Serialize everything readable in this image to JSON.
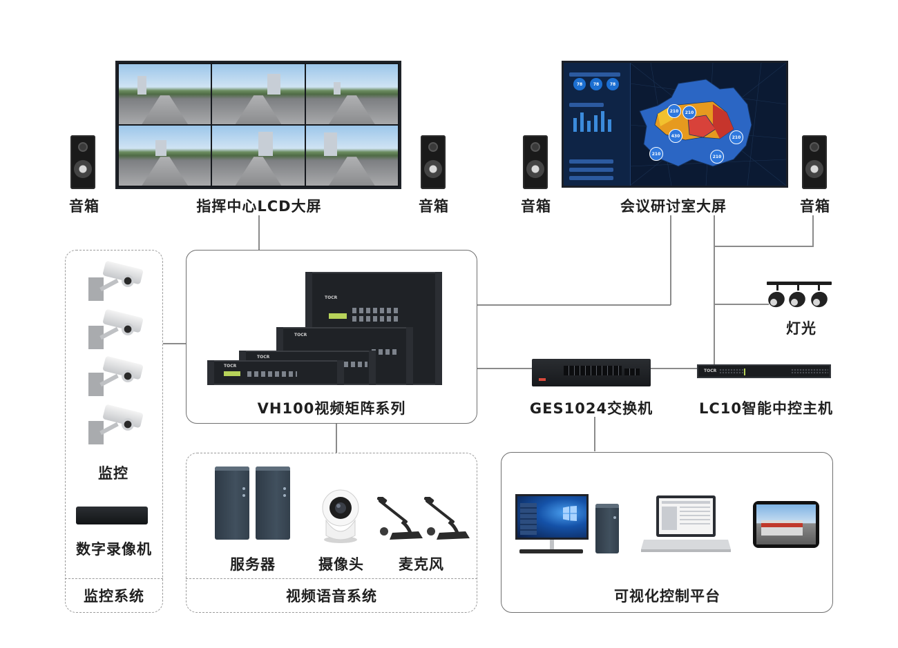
{
  "top": {
    "lcd_label": "指挥中心LCD大屏",
    "speaker_label_1": "音箱",
    "speaker_label_2": "音箱",
    "conference_label": "会议研讨室大屏",
    "speaker_label_3": "音箱",
    "speaker_label_4": "音箱"
  },
  "conference_screen": {
    "bubbles": [
      "78",
      "78",
      "78"
    ],
    "map_values": [
      "210",
      "210",
      "430",
      "210",
      "210",
      "210"
    ]
  },
  "matrix": {
    "label": "VH100视频矩阵系列",
    "brand": "TOCR"
  },
  "switch": {
    "label": "GES1024交换机"
  },
  "control_host": {
    "label": "LC10智能中控主机",
    "brand": "TOCR"
  },
  "lighting": {
    "label": "灯光"
  },
  "monitoring": {
    "cameras_label": "监控",
    "nvr_label": "数字录像机",
    "system_label": "监控系统"
  },
  "av_system": {
    "server_label": "服务器",
    "camera_label": "摄像头",
    "mic_label": "麦克风",
    "system_label": "视频语音系统"
  },
  "platform": {
    "system_label": "可视化控制平台"
  },
  "icons": [
    "speaker-icon",
    "camera-icon",
    "nvr-icon",
    "server-icon",
    "ptz-camera-icon",
    "microphone-icon",
    "light-icon",
    "monitor-icon",
    "laptop-icon",
    "tablet-icon"
  ]
}
